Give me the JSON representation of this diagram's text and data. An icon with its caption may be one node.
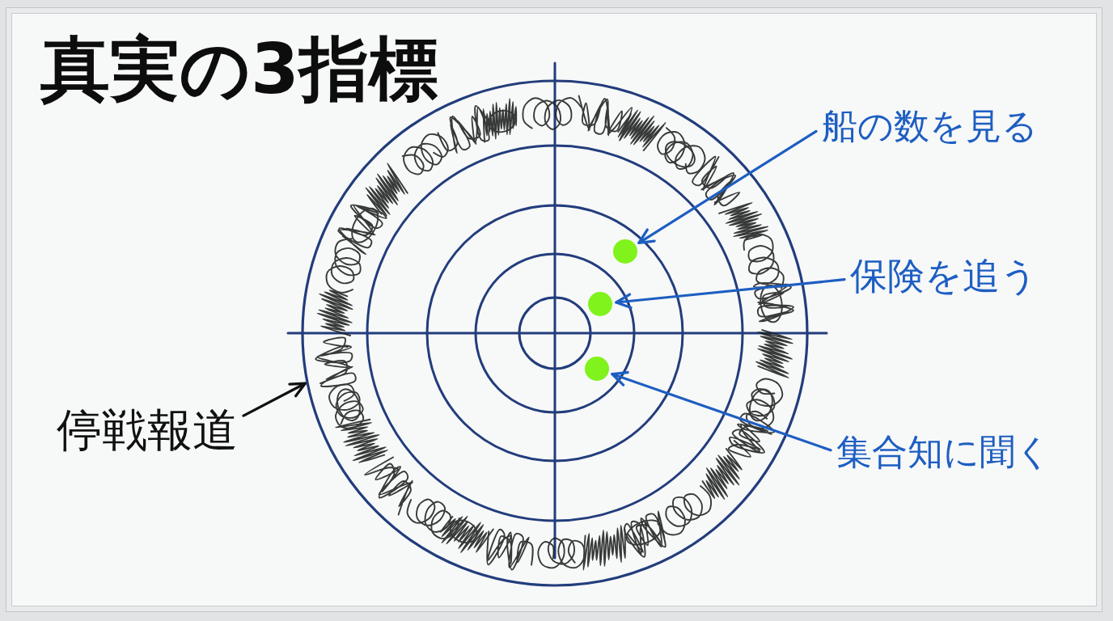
{
  "diagram": {
    "title": "真実の3指標",
    "nodes": [
      {
        "text": [],
        "shape": "circle"
      },
      {
        "text": [],
        "shape": "circle",
        "in": 0
      },
      {
        "text": [],
        "shape": "circle",
        "in": 0
      },
      {
        "text": [],
        "shape": "circle",
        "in": 0
      },
      {
        "text": [
          "船の数を見る"
        ]
      },
      {
        "text": [
          "保険を追う"
        ]
      },
      {
        "text": [
          "集合知に聞く"
        ]
      },
      {
        "text": [
          "停戦報道"
        ]
      }
    ],
    "edges": [
      {
        "from": 4,
        "to": 1,
        "arrow": "to"
      },
      {
        "from": 5,
        "to": 2,
        "arrow": "to"
      },
      {
        "from": 6,
        "to": 3,
        "arrow": "to"
      },
      {
        "from": 7,
        "to": 0,
        "arrow": "to",
        "color": "#111111"
      }
    ]
  }
}
